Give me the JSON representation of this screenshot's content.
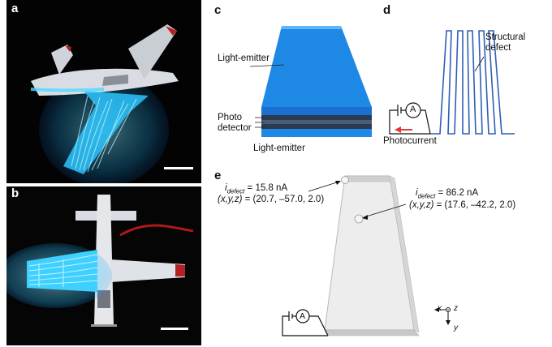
{
  "panels": {
    "a": "a",
    "b": "b",
    "c": "c",
    "d": "d",
    "e": "e"
  },
  "panel_c": {
    "top_label": "Light-emitter",
    "photo_label_1": "Photo",
    "photo_label_2": "detector",
    "bottom_label": "Light-emitter"
  },
  "panel_d": {
    "defect_label_1": "Structural",
    "defect_label_2": "defect",
    "photocurrent_label": "Photocurrent",
    "ammeter": "A"
  },
  "panel_e": {
    "left_annotation": {
      "i_symbol": "i",
      "i_subscript": "defect",
      "i_value": " = 15.8 nA",
      "coords_label": "(x,y,z)",
      "coords_value": " = (20.7, –57.0, 2.0)"
    },
    "right_annotation": {
      "i_symbol": "i",
      "i_subscript": "defect",
      "i_value": " = 86.2 nA",
      "coords_label": "(x,y,z)",
      "coords_value": " = (17.6, –42.2, 2.0)"
    },
    "ammeter": "A",
    "axes": {
      "x": "x",
      "z": "z",
      "y": "y"
    }
  },
  "colors": {
    "emitter_blue": "#1e88e5",
    "glow_cyan": "#3fd7ff",
    "detector_dark": "#3a4a63",
    "defect_line": "#2f5fb8",
    "arrow_red": "#e53935"
  }
}
